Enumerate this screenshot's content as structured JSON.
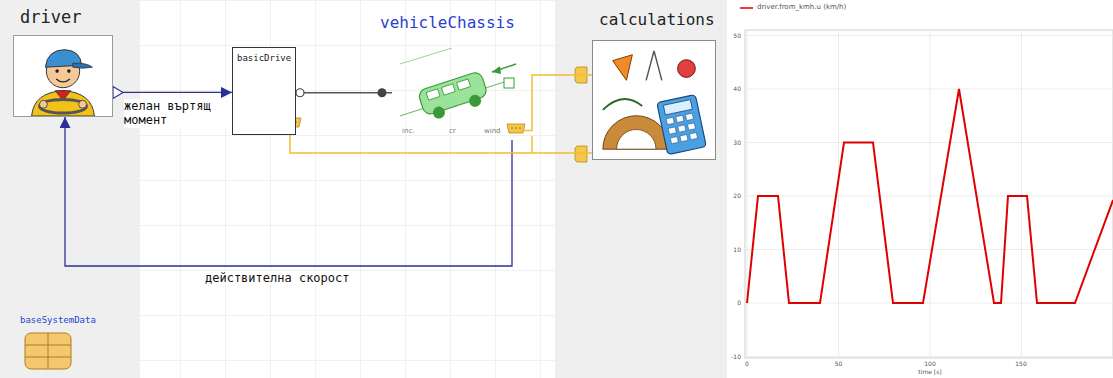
{
  "diagram": {
    "nodes": [
      {
        "text": [
          "driver"
        ]
      },
      {
        "text": [
          "basicDrive"
        ]
      },
      {
        "text": [
          "vehicleChassis",
          "inc.",
          "cr",
          "wind"
        ]
      },
      {
        "text": [
          "calculations"
        ]
      },
      {
        "text": [
          "baseSystemData"
        ]
      }
    ],
    "edges": [
      {
        "from": 0,
        "to": 1,
        "arrow": "to",
        "label": "желан въртящ момент"
      },
      {
        "from": 1,
        "to": 2,
        "arrow": "none"
      },
      {
        "from": 2,
        "to": 0,
        "arrow": "to",
        "label": "действителна скорост"
      },
      {
        "from": 1,
        "to": 3,
        "arrow": "none"
      },
      {
        "from": 2,
        "to": 3,
        "arrow": "none"
      }
    ],
    "labels": [
      "50",
      "40",
      "30",
      "20",
      "10",
      "0",
      "-10",
      "0",
      "50",
      "100",
      "150",
      "time [s]"
    ],
    "legend": [
      {
        "text": "driver.from_kmh.u (km/h)"
      }
    ]
  }
}
